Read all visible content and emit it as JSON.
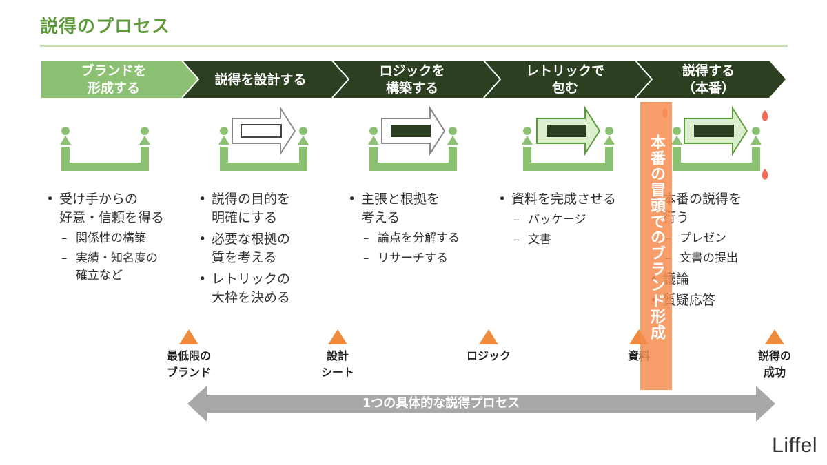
{
  "page": {
    "title": "説得のプロセス"
  },
  "steps": [
    {
      "label": "ブランドを\n形成する"
    },
    {
      "label": "説得を設計する"
    },
    {
      "label": "ロジックを\n構築する"
    },
    {
      "label": "レトリックで\n包む"
    },
    {
      "label": "説得する\n（本番）"
    }
  ],
  "columns": [
    {
      "items": [
        {
          "text": "受け手からの\n好意・信頼を得る",
          "subs": [
            "関係性の構築",
            "実績・知名度の\n確立など"
          ]
        }
      ]
    },
    {
      "items": [
        {
          "text": "説得の目的を\n明確にする",
          "subs": []
        },
        {
          "text": "必要な根拠の\n質を考える",
          "subs": []
        },
        {
          "text": "レトリックの\n大枠を決める",
          "subs": []
        }
      ]
    },
    {
      "items": [
        {
          "text": "主張と根拠を\n考える",
          "subs": [
            "論点を分解する",
            "リサーチする"
          ]
        }
      ]
    },
    {
      "items": [
        {
          "text": "資料を完成させる",
          "subs": [
            "パッケージ",
            "文書"
          ]
        }
      ]
    },
    {
      "items": [
        {
          "text": "本番の説得を\n行う",
          "subs": [
            "プレゼン",
            "文書の提出"
          ]
        },
        {
          "text": "議論",
          "subs": []
        },
        {
          "text": "質疑応答",
          "subs": []
        }
      ]
    }
  ],
  "milestones": [
    {
      "label": "最低限の\nブランド"
    },
    {
      "label": "設計\nシート"
    },
    {
      "label": "ロジック"
    },
    {
      "label": "資料"
    },
    {
      "label": "説得の\n成功"
    }
  ],
  "span_label": "1つの具体的な説得プロセス",
  "banner_text": "本番の冒頭でのブランド形成",
  "logo": "Liffel",
  "colors": {
    "title": "#5f9a3c",
    "step_light": "#8cc073",
    "step_dark": "#2c3f20",
    "figure": "#8cc073",
    "milestone": "#f08a3c",
    "span_arrow": "#a8a8a8",
    "banner": "#f48c4f",
    "flame": "#f26b5b"
  }
}
